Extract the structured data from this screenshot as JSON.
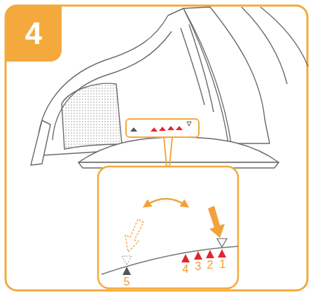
{
  "diagram": {
    "nodes": [
      {
        "text": [
          "4"
        ]
      }
    ],
    "labels": [
      "5",
      "4",
      "3",
      "2",
      "1"
    ]
  }
}
